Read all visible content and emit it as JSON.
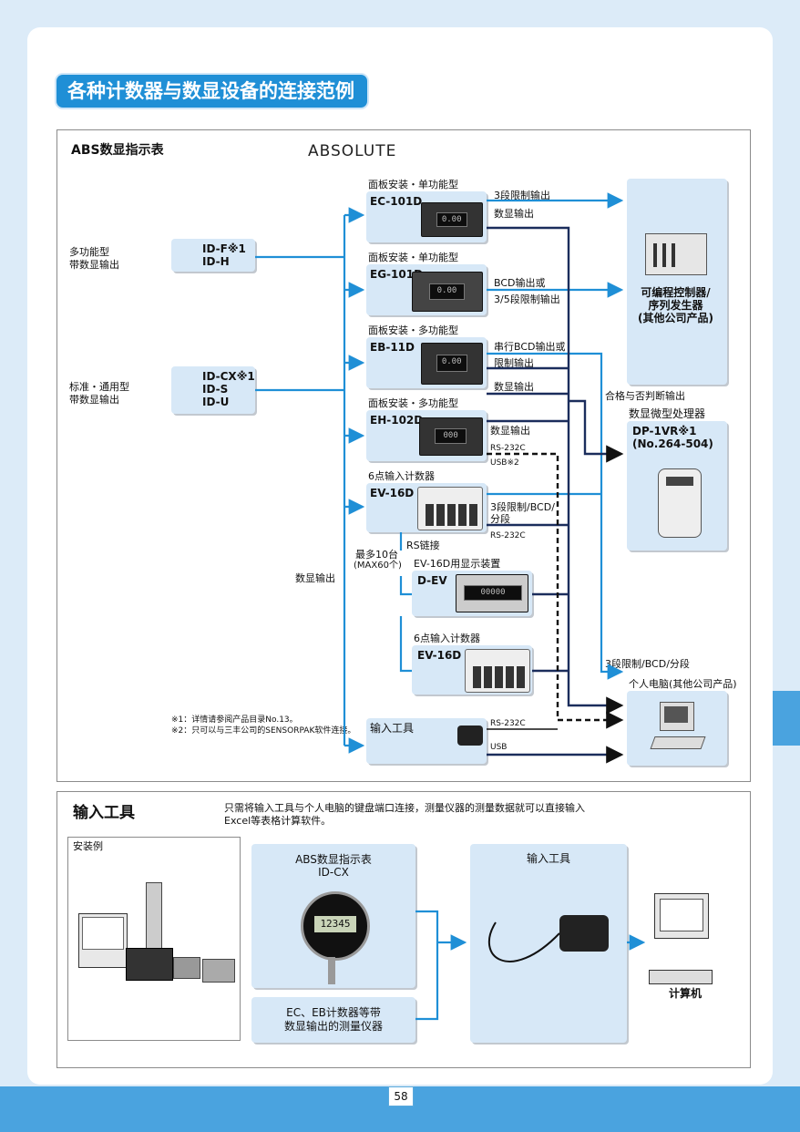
{
  "page_title": "各种计数器与数显设备的连接范例",
  "page_number": "58",
  "diagram": {
    "abs_header": "ABS数显指示表",
    "absolute_logo": "ABSOLUTE",
    "multi_label": "多功能型\n带数显输出",
    "multi_models": "ID-F※1\nID-H",
    "std_label": "标准・通用型\n带数显输出",
    "std_models": "ID-CX※1\nID-S\nID-U",
    "data_output_vertical": "数显输出",
    "footnote1": "※1：详情请参阅产品目录No.13。",
    "footnote2": "※2：只可以与三丰公司的SENSORPAK软件连接。",
    "ec_title": "面板安装・单功能型",
    "ec_model": "EC-101D",
    "eg_title": "面板安装・单功能型",
    "eg_model": "EG-101D",
    "eb_title": "面板安装・多功能型",
    "eb_model": "EB-11D",
    "eh_title": "面板安装・多功能型",
    "eh_model": "EH-102D",
    "ev_title": "6点输入计数器",
    "ev_model": "EV-16D",
    "dev_title": "EV-16D用显示装置",
    "dev_model": "D-EV",
    "ev2_title": "6点输入计数器",
    "ev2_model": "EV-16D",
    "input_tool": "输入工具",
    "lbl_ec_3": "3段限制输出",
    "lbl_ec_data": "数显输出",
    "lbl_eg_bcd": "BCD输出或",
    "lbl_eg_35": "3/5段限制输出",
    "lbl_eb_bcd": "串行BCD输出或",
    "lbl_eb_limit": "限制输出",
    "lbl_eb_data": "数显输出",
    "lbl_eh_data": "数显输出",
    "lbl_eh_rs": "RS-232C",
    "lbl_eh_usb": "USB※2",
    "lbl_ev_3": "3段限制/BCD/",
    "lbl_ev_seg": "分段",
    "lbl_ev_rs": "RS-232C",
    "lbl_rs_link": "RS链接",
    "lbl_max": "最多10台",
    "lbl_max2": "(MAX60个)",
    "lbl_gonogo": "合格与否判断输出",
    "lbl_3seg": "3段限制/BCD/分段",
    "lbl_tool_rs": "RS-232C",
    "lbl_tool_usb": "USB",
    "plc_label": "可编程控制器/\n序列发生器\n(其他公司产品)",
    "dp_title": "数显微型处理器",
    "dp_model": "DP-1VR※1\n(No.264-504)",
    "pc_label": "个人电脑(其他公司产品)"
  },
  "input_section": {
    "heading": "输入工具",
    "desc": "只需将输入工具与个人电脑的键盘端口连接，测量仪器的测量数据就可以直接输入\nExcel等表格计算软件。",
    "install_example": "安装例",
    "abs_box": "ABS数显指示表\nID-CX",
    "gauge_reading": "12345",
    "counter_box": "EC、EB计数器等带\n数显输出的测量仪器",
    "tool_box": "输入工具",
    "computer": "计算机"
  },
  "colors": {
    "blue": "#1f8fd6",
    "block": "#d7e8f7",
    "navy": "#1b2d5c"
  }
}
